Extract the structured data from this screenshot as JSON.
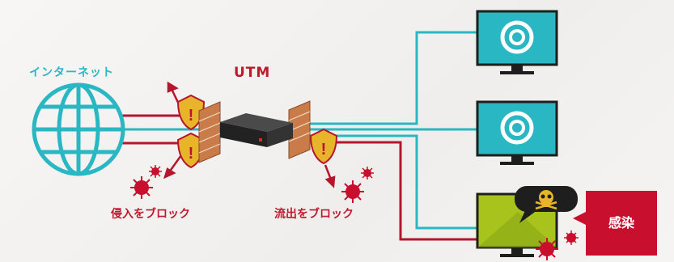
{
  "labels": {
    "internet": "インターネット",
    "utm": "UTM",
    "block_inbound": "侵入をブロック",
    "block_outbound": "流出をブロック",
    "infection": "感染"
  },
  "colors": {
    "teal": "#2ab7c4",
    "red": "#b5162d",
    "alert_red": "#c8102e",
    "brick": "#c97c4a",
    "infected_screen": "#a8c41c",
    "monitor_body": "#2ab7c4",
    "monitor_stand": "#1e1e1e"
  },
  "icons": [
    "globe-icon",
    "warning-shield-icon",
    "firewall-icon",
    "utm-device-icon",
    "monitor-icon",
    "virus-icon",
    "skull-bubble-icon",
    "arrow-icon"
  ]
}
